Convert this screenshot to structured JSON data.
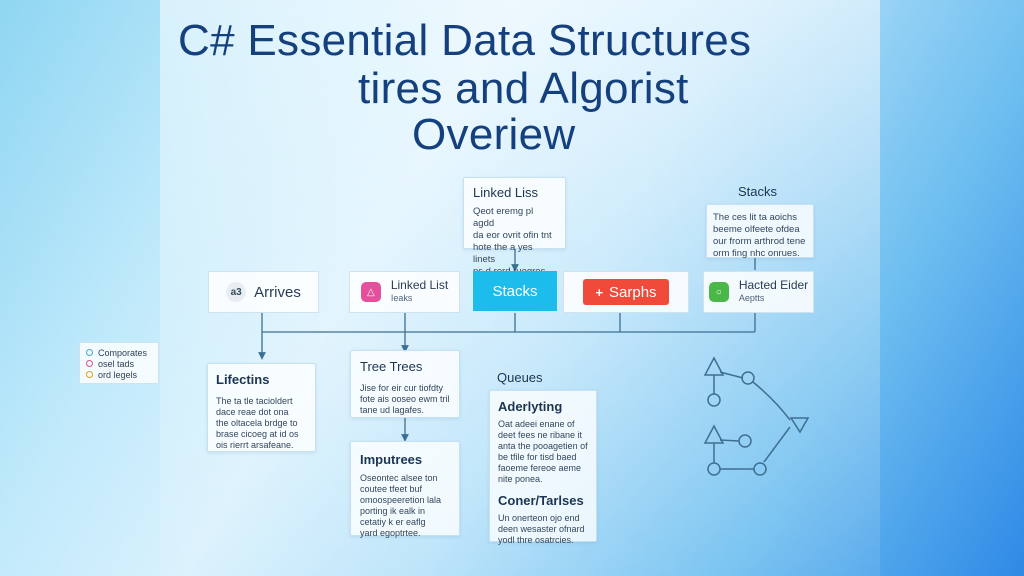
{
  "title": {
    "line1": "C# Essential Data Structures",
    "line2": "tires and Algorist",
    "line3": "Overiew"
  },
  "top_boxes": {
    "linked": {
      "title": "Linked Liss",
      "body": "Qeot eremg pl agdd\nda eor ovrit ofin tnt\nhote the a yes linets\nps d rord ruogres."
    },
    "stacks": {
      "heading": "Stacks",
      "body": "The ces lit ta aoichs\nbeeme olfeete ofdea\nour frorm arthrod tene\norm fing nhc onrues."
    }
  },
  "nodes": {
    "arrays": {
      "icon": "a3",
      "label": "Arrives"
    },
    "linked_list": {
      "icon": "△",
      "label": "Linked List",
      "sub": "Ieaks"
    },
    "stacks": {
      "label": "Stacks"
    },
    "graphs": {
      "icon": "+",
      "label": "Sarphs"
    },
    "sorted": {
      "icon": "○",
      "label": "Hacted Eider",
      "sub": "Aeptts"
    }
  },
  "lower": {
    "linked_lists": {
      "title": "Lifectins",
      "body": "The ta tle tacioldert\ndace reae dot ona\nthe oltacela brdge to\nbrase cicoeg at id os\nois rierrt arsafeane."
    },
    "tree": {
      "title": "Tree Trees",
      "body": "Jise for eir cur tiofdty\nfote ais ooseo ewm tril\ntane ud lagafes."
    },
    "imputrees": {
      "title": "Imputrees",
      "body": "Oseontec alsee ton\ncoutee tfeet buf\nomoospeeretion lala\nporting ik ealk in\ncetatiy k er eaflg\nyard egoptrtee."
    },
    "queues": {
      "heading": "Queues",
      "t1": "Aderlyting",
      "b1": "Oat adeei enane of\ndeet fees ne ribane it\nanta the pooagetien of\nbe tfile for tisd baed\nfaoeme fereoe aeme\nnite ponea.",
      "t2": "Coner/Tarlses",
      "b2": "Un onerteon ojo end\ndeen wesaster ofnard\nyodl thre osatrcies."
    }
  },
  "legend": [
    {
      "label": "Comporates",
      "color": "#3ab0c8"
    },
    {
      "label": "osel tads",
      "color": "#e0508a"
    },
    {
      "label": "ord legels",
      "color": "#e0a020"
    }
  ],
  "colors": {
    "title": "#15407e",
    "line": "#3e6f91",
    "accent_blue": "#1cbcec",
    "accent_red": "#ef4a3a",
    "accent_pink": "#e64f9c",
    "accent_green": "#49b848"
  }
}
